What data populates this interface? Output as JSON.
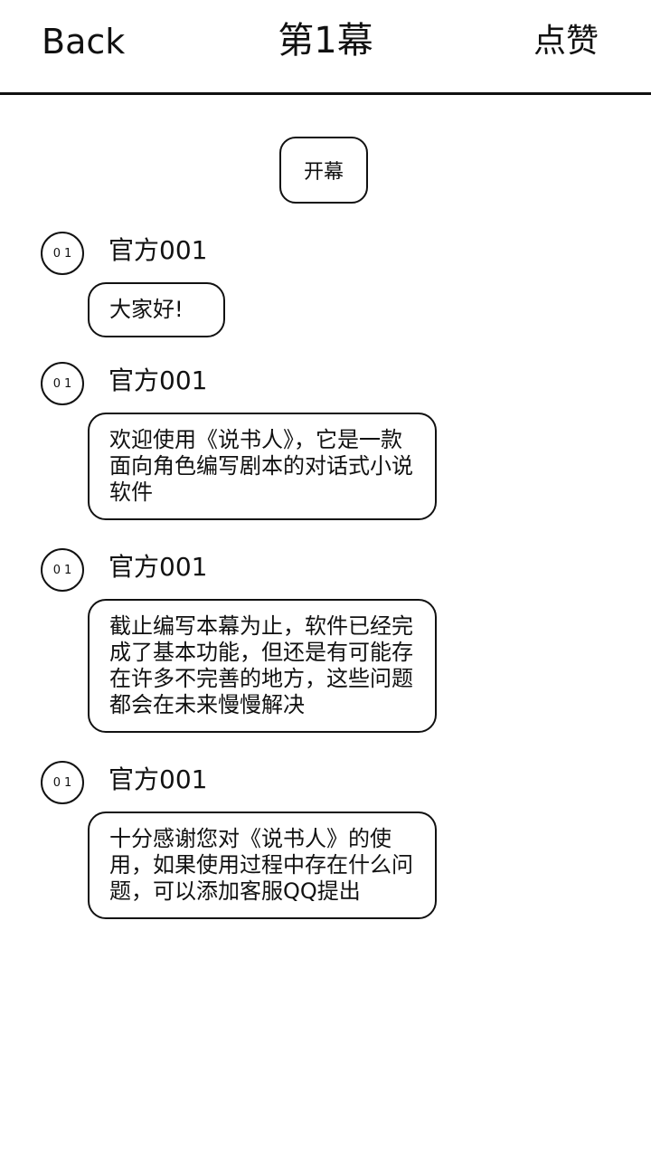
{
  "header": {
    "back_label": "Back",
    "title": "第1幕",
    "like_label": "点赞"
  },
  "scene_marker": "开幕",
  "messages": [
    {
      "avatar_text": "01",
      "author": "官方001",
      "text": "大家好!"
    },
    {
      "avatar_text": "01",
      "author": "官方001",
      "text": "欢迎使用《说书人》，它是一款面向角色编写剧本的对话式小说软件"
    },
    {
      "avatar_text": "01",
      "author": "官方001",
      "text": "截止编写本幕为止，软件已经完成了基本功能，但还是有可能存在许多不完善的地方，这些问题都会在未来慢慢解决"
    },
    {
      "avatar_text": "01",
      "author": "官方001",
      "text": "十分感谢您对《说书人》的使用，如果使用过程中存在什么问题，可以添加客服QQ提出"
    }
  ]
}
